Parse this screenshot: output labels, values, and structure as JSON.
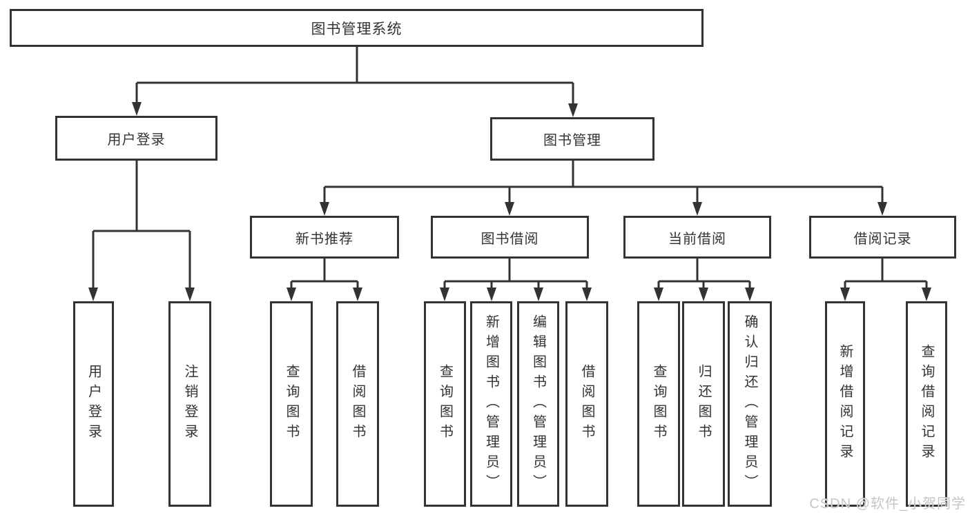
{
  "diagram": {
    "title": "图书管理系统",
    "branches": [
      {
        "label": "用户登录",
        "children": [
          {
            "label": "用户登录"
          },
          {
            "label": "注销登录"
          }
        ]
      },
      {
        "label": "图书管理",
        "children": [
          {
            "label": "新书推荐",
            "children": [
              {
                "label": "查询图书"
              },
              {
                "label": "借阅图书"
              }
            ]
          },
          {
            "label": "图书借阅",
            "children": [
              {
                "label": "查询图书"
              },
              {
                "label": "新增图书（管理员）"
              },
              {
                "label": "编辑图书（管理员）"
              },
              {
                "label": "借阅图书"
              }
            ]
          },
          {
            "label": "当前借阅",
            "children": [
              {
                "label": "查询图书"
              },
              {
                "label": "归还图书"
              },
              {
                "label": "确认归还（管理员）"
              }
            ]
          },
          {
            "label": "借阅记录",
            "children": [
              {
                "label": "新增借阅记录"
              },
              {
                "label": "查询借阅记录"
              }
            ]
          }
        ]
      }
    ]
  },
  "watermark": {
    "text": "CSDN @软件_小贺同学"
  },
  "colors": {
    "line": "#333333",
    "box_border": "#333333",
    "box_background": "#ffffff",
    "text": "#333333",
    "watermark": "#c5c5c5"
  }
}
